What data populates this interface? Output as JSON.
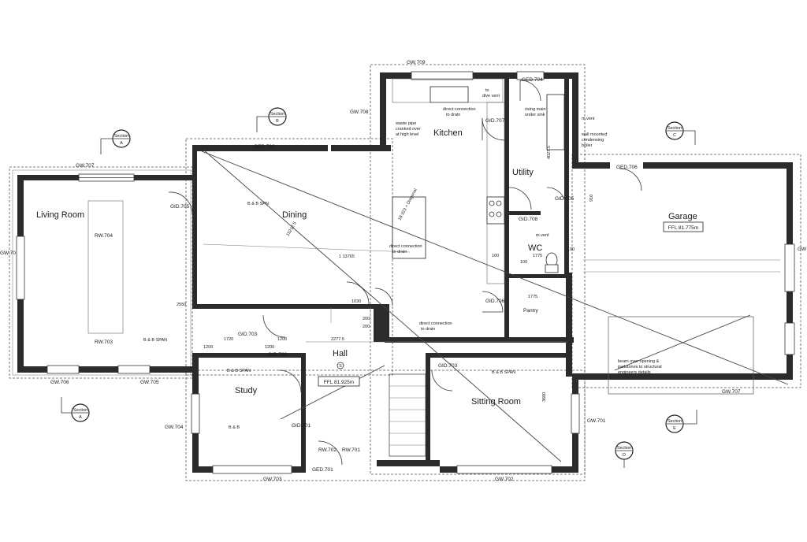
{
  "rooms": {
    "living": "Living Room",
    "dining": "Dining",
    "kitchen": "Kitchen",
    "utility": "Utility",
    "wc": "WC",
    "garage": "Garage",
    "pantry": "Pantry",
    "hall": "Hall",
    "study": "Study",
    "sitting": "Sitting Room"
  },
  "levels": {
    "garage_ffl": "FFL 81.775m",
    "hall_ffl": "FFL 81.925m"
  },
  "wall_tags": {
    "gw707_top": "GW.707",
    "gw708": "GW.708",
    "gw709": "GW.709",
    "gw707_right": "GW.707",
    "gw706": "GW.706",
    "gw705": "GW.705",
    "gw704": "GW.704",
    "gw703": "GW.703",
    "gw702": "GW.702",
    "gw701": "GW.701",
    "gw70_left": "GW.70",
    "gw_right": "GW"
  },
  "door_tags": {
    "ged703_top": "GED.703",
    "ged704": "GED.704",
    "ged706": "GED.706",
    "ged701": "GED.701",
    "gid705_living": "GID.705",
    "gid707": "GID.707",
    "gid705_util": "GID.705",
    "gid708": "GID.708",
    "gid706": "GID.706",
    "gid703_study": "GID.703",
    "gid702": "GID.702",
    "gid701": "GID.701",
    "gid703_hall": "GID.703"
  },
  "rw_tags": {
    "rw704": "RW.704",
    "rw703": "RW.703",
    "rw702": "RW.702",
    "rw701": "RW.701"
  },
  "span_labels": {
    "living": "B & B SPAN",
    "dining": "B & B SPN",
    "study_top": "B & B SPAN",
    "study_low": "B & B",
    "sitting": "B & B SPAN"
  },
  "section_markers": {
    "a_label": "Section",
    "a_letter": "A",
    "b_label": "Section",
    "b_letter": "B",
    "c_label": "Section",
    "c_letter": "C",
    "d_label": "Section",
    "d_letter": "D",
    "e_label": "Section",
    "e_letter": "E"
  },
  "annotations": {
    "drain1a": "direct connection",
    "drain1b": "to drain",
    "vent_a": "to",
    "vent_b": "dive vent",
    "waste_a": "waste pipe",
    "waste_b": "cranked over",
    "waste_c": "at high level",
    "rising_a": "rising main",
    "rising_b": "under sink",
    "mvent": "m.vent",
    "boiler_a": "wall mounted",
    "boiler_b": "condensing",
    "boiler_c": "boiler",
    "diagonal": "18.323 + Diagonal",
    "drain2a": "direct connection",
    "drain2b": "to drain",
    "drain3a": "direct connection",
    "drain3b": "to drain",
    "mvent2": "m.vent",
    "beam_a": "beam over opening &",
    "beam_b": "padstones to structural",
    "beam_c": "engineers details",
    "hall_symbol": "S",
    "utility_dim": "1775",
    "pantry_dim": "1775"
  },
  "dimensions": {
    "dining_diag": "15212.5",
    "dining_mid": "1 13765",
    "d1200a": "1200",
    "d1200b": "1200",
    "d1720": "1720",
    "d2277": "2277.5",
    "d1200c": "1200",
    "d2550": "2550",
    "d3600": "3600",
    "d4027": "4027.5",
    "d910": "910",
    "d100a": "100",
    "d100b": "100",
    "d100c": "100",
    "d200a": "200",
    "d200b": "200",
    "d1030": "1030"
  }
}
